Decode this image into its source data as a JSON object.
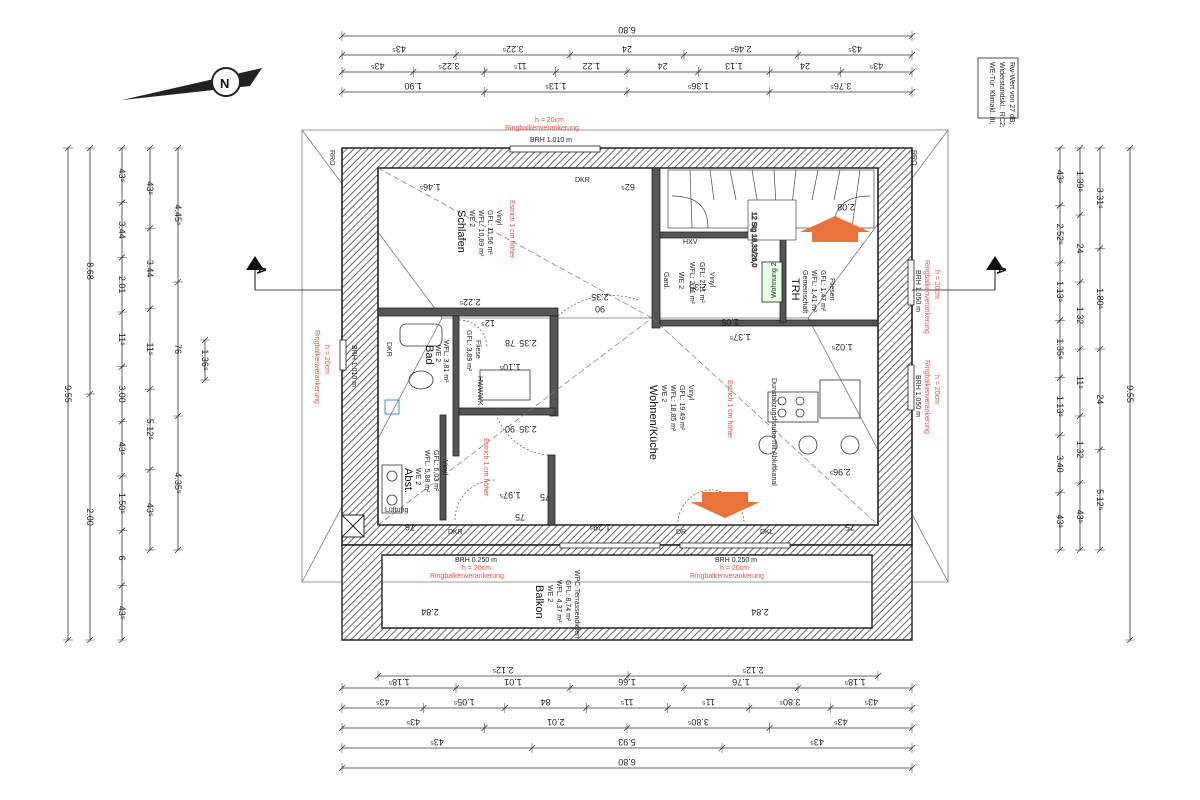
{
  "info_box": {
    "line1": "WE-Tür: Klimakl. III;",
    "line2": "Widerstandskl.: RC2;",
    "line3": "Rw-Wert von 27 dB;"
  },
  "compass": {
    "label": "N"
  },
  "section_markers": {
    "left": "A",
    "right": "A"
  },
  "colors": {
    "wall": "#333333",
    "hatch": "#666666",
    "red": "#d9534f",
    "orange": "#e8743b",
    "blue": "#1a73c9"
  },
  "rooms": {
    "schlafen": {
      "name": "Schlafen",
      "we": "WE 2",
      "wfl": "WFL: 10,89 m²",
      "gfl": "GFL: 11,56 m²",
      "floor": "Vinyl",
      "note": "Estrich 1 cm höher"
    },
    "bad": {
      "name": "Bad",
      "we": "WE 2",
      "wfl": "WFL: 3,81 m²",
      "gfl": "GFL: 3,89 m²",
      "floor": "Fliese"
    },
    "abst": {
      "name": "Abst.",
      "we": "WE 2",
      "wfl": "WFL: 5,88 m²",
      "gfl": "GFL: 6,03 m²",
      "floor": "Vinyl",
      "note": "Estrich 1 cm höher"
    },
    "wohnen": {
      "name": "Wohnen/Küche",
      "we": "WE 2",
      "wfl": "WFL: 18,85 m²",
      "gfl": "GFL: 19,49 m²",
      "floor": "Vinyl",
      "note": "Estrich 1 cm höher"
    },
    "garderobe": {
      "name": "Gard.",
      "we": "WE 2",
      "wfl": "WFL: 2,11 m²",
      "gfl": "GFL: 2,11 m²",
      "floor": "Vinyl"
    },
    "trh": {
      "name": "TRH",
      "sub": "Gemeinschaft",
      "wfl": "WFL: 1,41 m²",
      "gfl": "GFL: 1,47 m²",
      "floor": "Fliesen"
    },
    "balkon": {
      "name": "Balkon",
      "we": "WE 2",
      "wfl": "WFL: 4,37 m²",
      "gfl": "GFL: 8,74 m²",
      "floor": "WPC-Terrassendielen"
    },
    "wohnung": {
      "label": "Wohnung 2"
    }
  },
  "labels": {
    "lueftung": "Lüftung",
    "dkr": "DKR",
    "dr": "DR",
    "dkl": "DKL",
    "hxv": "HXV",
    "rro": "RRO",
    "ringbalken": "Ringbalkenverankerung",
    "ringbalken_h": "h = 20cm",
    "brh_top": "BRH 1.010 m",
    "brh_bal_left": "BRH 0.250 m",
    "brh_bal_right": "BRH 0.250 m",
    "brh_left": "BRH 1.010 m",
    "brh_right1": "BRH 1.050 m",
    "brh_right2": "BRH 1.050 m",
    "stairs": "12 Stg 18,33/26,0",
    "hw": "HWWWK",
    "dunstabzug": "Dunstabzugshaube mit Abluftkanal"
  },
  "dims": {
    "top_total": "6.80",
    "top_r1": [
      "43⁵",
      "3.22⁵",
      "24",
      "2.46⁵",
      "43⁵"
    ],
    "top_r2": [
      "43⁵",
      "3.22⁵",
      "11⁵",
      "1.22",
      "24",
      "1.13",
      "24",
      "43⁵"
    ],
    "top_r3": [
      "1.90",
      "1.13⁵",
      "1.36⁵",
      "3.76⁵"
    ],
    "bottom_r1": [
      "1.18⁵",
      "1.01",
      "1.66",
      "1.76",
      "1.18⁵"
    ],
    "bottom_r1b": [
      "2.12⁵",
      "2.12⁵"
    ],
    "bottom_r2": [
      "43⁵",
      "1.05⁵",
      "84",
      "11⁵",
      "11⁵",
      "3.80⁵",
      "43⁵"
    ],
    "bottom_r3": [
      "43⁵",
      "2.01",
      "3.80⁵",
      "43⁵"
    ],
    "bottom_r4": [
      "43⁵",
      "5.93",
      "43⁵"
    ],
    "bottom_total": "6.80",
    "left_total": "9.55",
    "left_r1": [
      "8.68",
      "2.00"
    ],
    "left_r2": [
      "43⁵",
      "3.44",
      "2.01",
      "11⁵",
      "3.00",
      "43⁵",
      "1.50⁵",
      "6",
      "43⁵"
    ],
    "left_r3": [
      "43⁵",
      "3.44",
      "11⁵",
      "5.12⁵",
      "43⁵"
    ],
    "left_r4": [
      "4.45⁵",
      "76",
      "4.35⁵"
    ],
    "left_r5": [
      "1.36⁵"
    ],
    "right_total": "9.55",
    "right_r1": [
      "43⁵",
      "2.52⁵",
      "1.13⁵",
      "1.35⁵",
      "1.13⁵",
      "3.40",
      "43⁵"
    ],
    "right_r2": [
      "1.39⁵",
      "24",
      "1.32",
      "11⁵",
      "1.32",
      "43⁵"
    ],
    "right_r3": [
      "3.31⁵",
      "1.80⁵",
      "24",
      "5.12⁵"
    ],
    "right_r4": [
      "9.55"
    ],
    "inner": [
      "1.46⁵",
      "62⁵",
      "2.22⁵",
      "2.35",
      "90",
      "12⁵",
      "78",
      "2.35",
      "1.10⁵",
      "90",
      "2.35",
      "1.97⁵",
      "76",
      "75",
      "75",
      "1.29⁵",
      "2.96⁵",
      "75",
      "2.84",
      "2.84",
      "2.08",
      "1.37⁵",
      "1.02⁵",
      "1.05",
      "2.35"
    ]
  }
}
